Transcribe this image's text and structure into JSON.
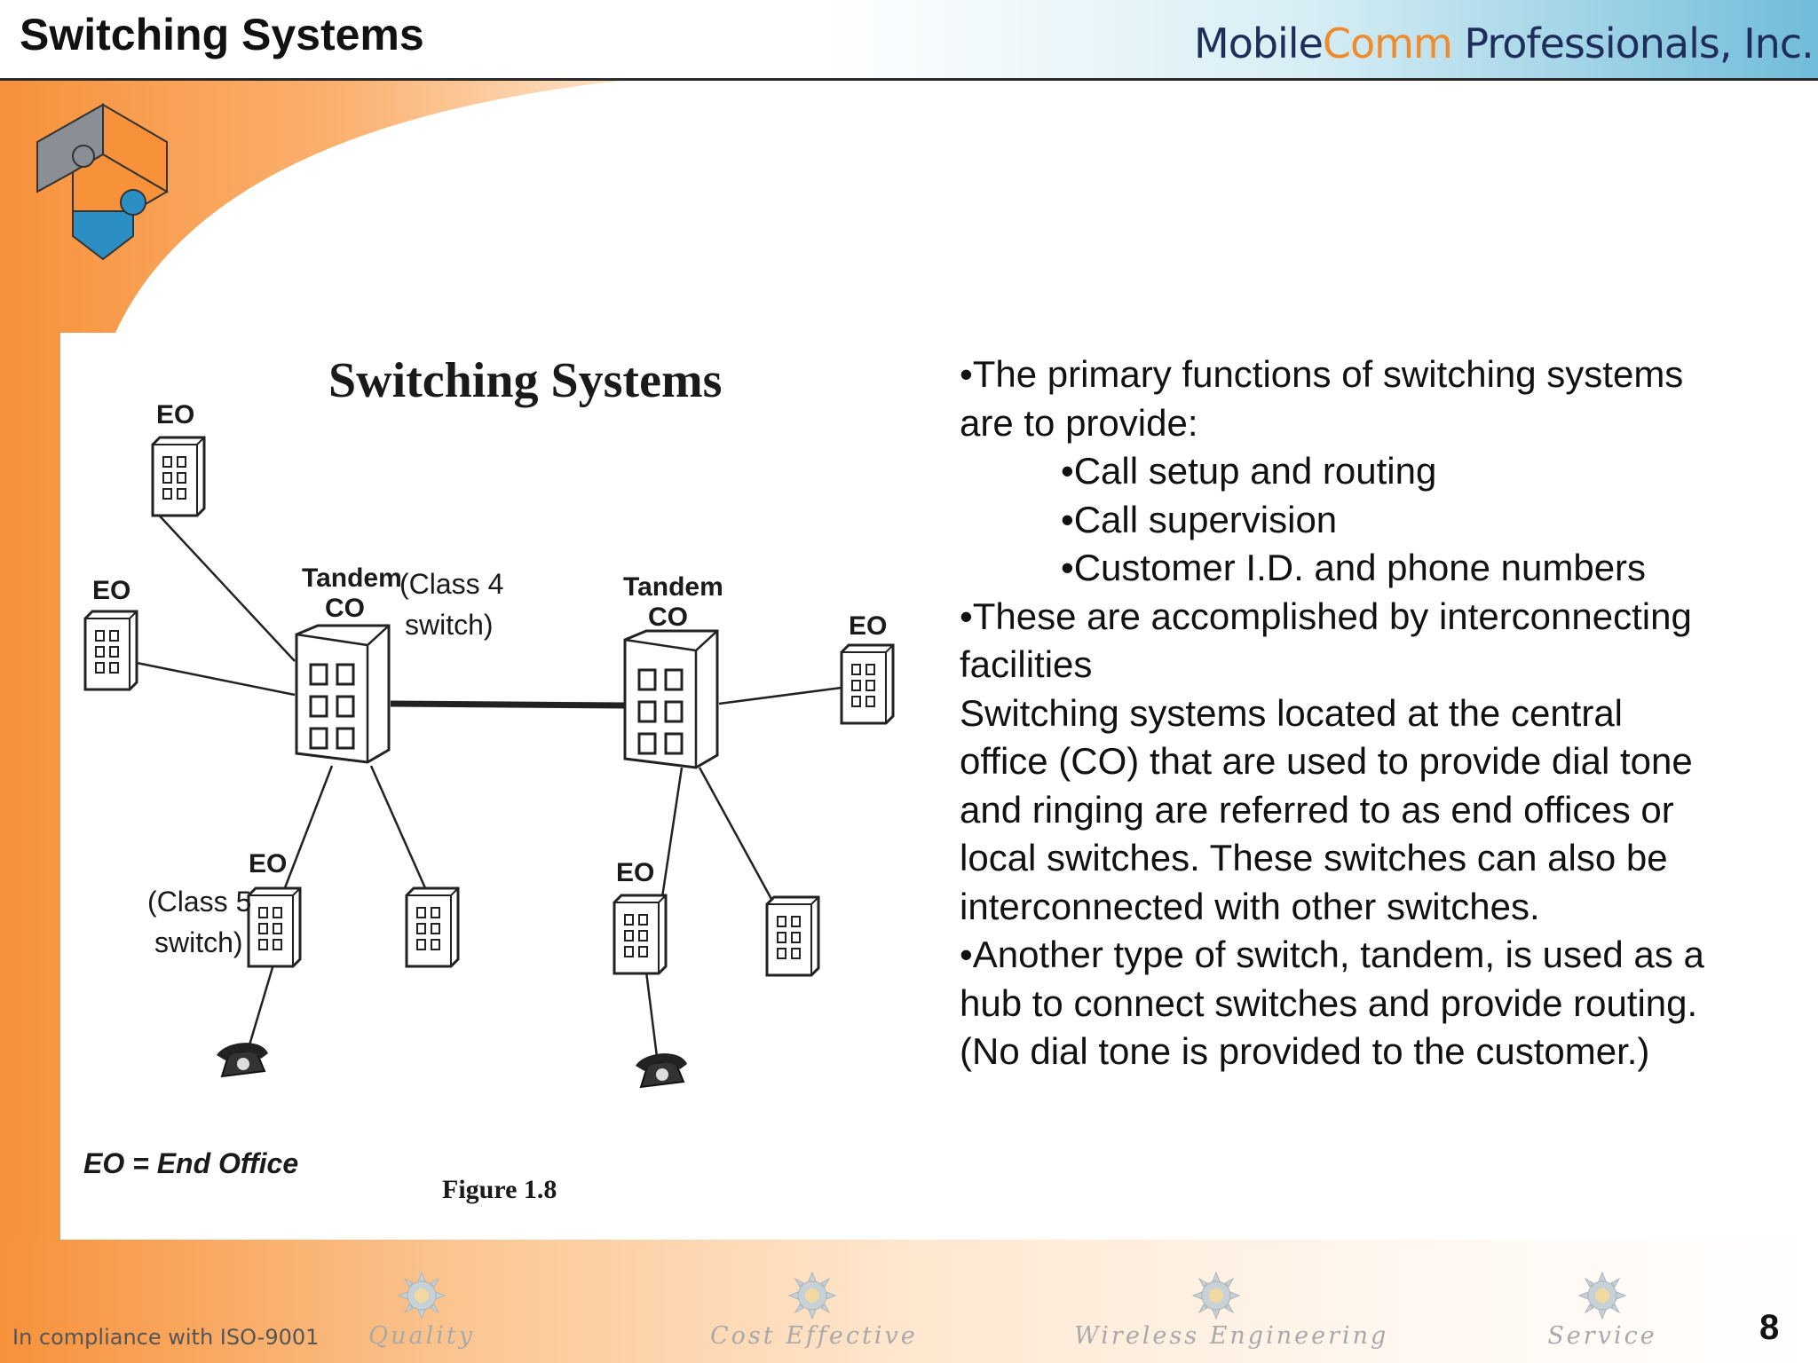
{
  "header": {
    "title": "Switching Systems",
    "brand_prefix": "Mobile",
    "brand_accent": "Comm",
    "brand_suffix": " Professionals, Inc."
  },
  "colors": {
    "accent_orange": "#f7913a",
    "brand_navy": "#1f2d5a",
    "header_blue": "#6fbcd9",
    "logo_gray": "#8a8f96",
    "logo_blue": "#2c8fc4"
  },
  "figure": {
    "title": "Switching Systems",
    "caption": "Figure 1.8",
    "legend": "EO = End Office",
    "labels": {
      "eo": "EO",
      "tandem": "Tandem",
      "co": "CO",
      "class4_line1": "(Class 4",
      "class4_line2": "switch)",
      "class5_line1": "(Class 5",
      "class5_line2": "switch)"
    }
  },
  "body": {
    "lines": [
      "•The primary functions of switching systems",
      "are to provide:",
      "•Call setup and routing",
      "•Call supervision",
      "•Customer I.D. and phone numbers",
      "•These are accomplished by interconnecting",
      "facilities",
      "Switching systems located at the central",
      "office (CO) that are used to provide dial tone",
      "and ringing are referred to as end offices or",
      "local switches. These switches can also be",
      "interconnected with other switches.",
      "•Another type of switch, tandem, is used as a",
      "hub to connect switches and provide routing.",
      "(No dial tone is provided to the customer.)"
    ]
  },
  "footer": {
    "compliance": "In compliance with ISO-9001",
    "items": [
      "Quality",
      "Cost Effective",
      "Wireless Engineering",
      "Service"
    ],
    "page_number": "8"
  }
}
